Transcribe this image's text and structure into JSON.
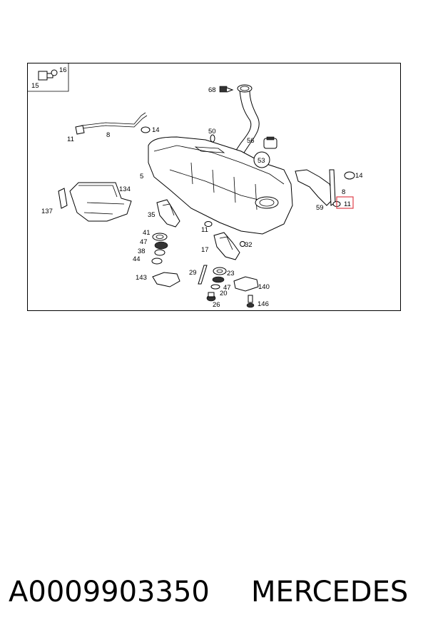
{
  "diagram": {
    "labels": {
      "l15": "15",
      "l16": "16",
      "l68": "68",
      "l11a": "11",
      "l8a": "8",
      "l14a": "14",
      "l50": "50",
      "l56": "56",
      "l53": "53",
      "l5": "5",
      "l14b": "14",
      "l8b": "8",
      "l59": "59",
      "l11hl": "11",
      "l134": "134",
      "l137": "137",
      "l35": "35",
      "l11b": "11",
      "l41": "41",
      "l47a": "47",
      "l38": "38",
      "l44": "44",
      "l17": "17",
      "l32": "32",
      "l143": "143",
      "l29": "29",
      "l23": "23",
      "l47b": "47",
      "l20": "20",
      "l140": "140",
      "l26": "26",
      "l146": "146"
    },
    "highlight_color": "#e0404a"
  },
  "caption": {
    "part_number": "A0009903350",
    "brand": "MERCEDES"
  }
}
